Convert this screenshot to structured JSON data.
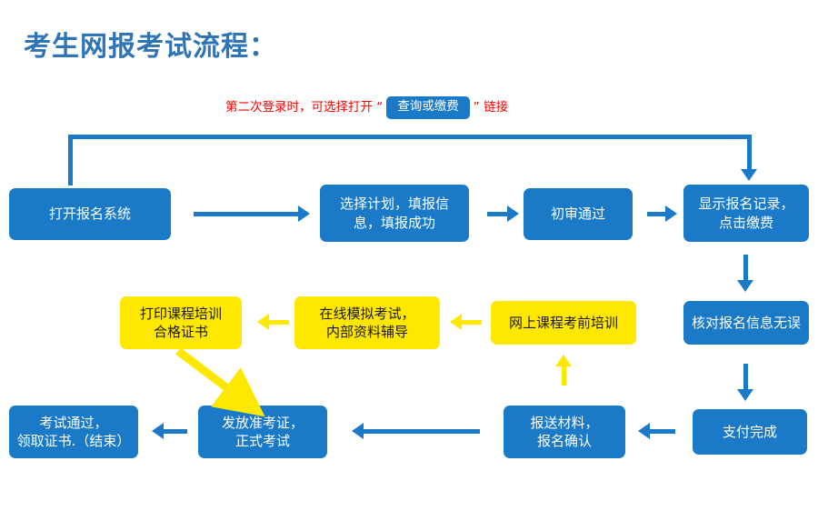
{
  "page": {
    "title": "考生网报考试流程：",
    "title_color": "#2f74b5",
    "background": "#ffffff"
  },
  "annotation": {
    "prefix": "第二次登录时，可选择打开 “",
    "badge_label": "查询或缴费",
    "suffix": "” 链接",
    "text_color": "#ff0000",
    "badge_color": "#1a7ac8"
  },
  "legend": {
    "blue": "#1a7ac8",
    "yellow": "#ffe800",
    "blue_text": "#ffffff",
    "yellow_text": "#1a1a1a"
  },
  "flow": {
    "nodes": [
      {
        "id": "n1",
        "label": "打开报名系统",
        "color": "blue",
        "row": 1
      },
      {
        "id": "n2",
        "label": "选择计划，填报信\n息，填报成功",
        "color": "blue",
        "row": 1
      },
      {
        "id": "n3",
        "label": "初审通过",
        "color": "blue",
        "row": 1
      },
      {
        "id": "n4",
        "label": "显示报名记录，\n点击缴费",
        "color": "blue",
        "row": 1
      },
      {
        "id": "n5",
        "label": "打印课程培训\n合格证书",
        "color": "yellow",
        "row": 2
      },
      {
        "id": "n6",
        "label": "在线模拟考试，\n内部资料辅导",
        "color": "yellow",
        "row": 2
      },
      {
        "id": "n7",
        "label": "网上课程考前培训",
        "color": "yellow",
        "row": 2
      },
      {
        "id": "n8",
        "label": "核对报名信息无误",
        "color": "blue",
        "row": 2
      },
      {
        "id": "n9",
        "label": "考试通过，\n领取证书.（结束）",
        "color": "blue",
        "row": 3
      },
      {
        "id": "n10",
        "label": "发放准考证，\n正式考试",
        "color": "blue",
        "row": 3
      },
      {
        "id": "n11",
        "label": "报送材料，\n报名确认",
        "color": "blue",
        "row": 3
      },
      {
        "id": "n12",
        "label": "支付完成",
        "color": "blue",
        "row": 3
      }
    ],
    "edges": [
      {
        "from": "n1",
        "to": "n2",
        "dir": "right",
        "color": "blue"
      },
      {
        "from": "n2",
        "to": "n3",
        "dir": "right",
        "color": "blue"
      },
      {
        "from": "n3",
        "to": "n4",
        "dir": "right",
        "color": "blue"
      },
      {
        "from": "n1",
        "to": "n4",
        "dir": "loop-top",
        "color": "blue"
      },
      {
        "from": "n4",
        "to": "n8",
        "dir": "down",
        "color": "blue"
      },
      {
        "from": "n8",
        "to": "n12",
        "dir": "down",
        "color": "blue"
      },
      {
        "from": "n12",
        "to": "n11",
        "dir": "left",
        "color": "blue"
      },
      {
        "from": "n11",
        "to": "n7",
        "dir": "up",
        "color": "yellow"
      },
      {
        "from": "n7",
        "to": "n6",
        "dir": "left",
        "color": "yellow"
      },
      {
        "from": "n6",
        "to": "n5",
        "dir": "left",
        "color": "yellow"
      },
      {
        "from": "n5",
        "to": "n10",
        "dir": "diagonal-down-right",
        "color": "yellow"
      },
      {
        "from": "n11",
        "to": "n10",
        "dir": "left",
        "color": "blue"
      },
      {
        "from": "n10",
        "to": "n9",
        "dir": "left",
        "color": "blue"
      }
    ]
  }
}
